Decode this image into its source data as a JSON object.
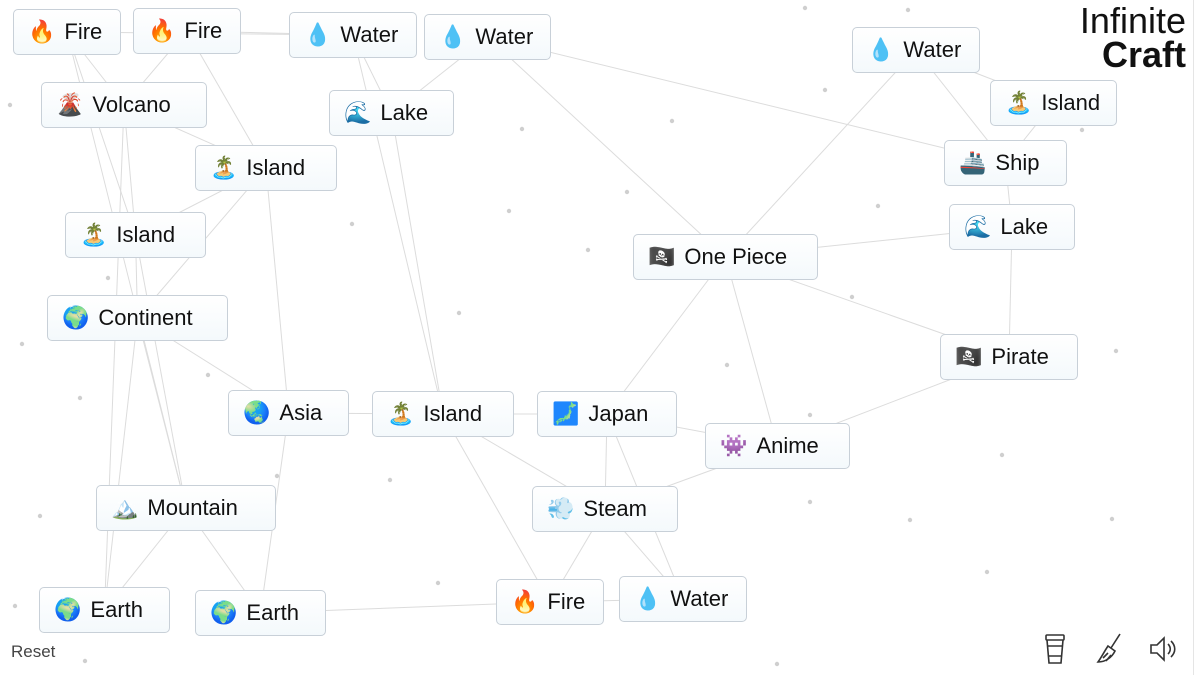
{
  "logo": {
    "line1": "Infinite",
    "line2": "Craft"
  },
  "reset_label": "Reset",
  "toolbar_icons": [
    "coffee-cup-icon",
    "broom-icon",
    "speaker-icon"
  ],
  "elements": [
    {
      "emoji": "🔥",
      "label": "Fire"
    },
    {
      "emoji": "🔥",
      "label": "Fire"
    },
    {
      "emoji": "💧",
      "label": "Water"
    },
    {
      "emoji": "💧",
      "label": "Water"
    },
    {
      "emoji": "🌋",
      "label": "Volcano"
    },
    {
      "emoji": "🌊",
      "label": "Lake"
    },
    {
      "emoji": "🏝️",
      "label": "Island"
    },
    {
      "emoji": "🏝️",
      "label": "Island"
    },
    {
      "emoji": "🌍",
      "label": "Continent"
    },
    {
      "emoji": "🏴‍☠️",
      "label": "One Piece"
    },
    {
      "emoji": "💧",
      "label": "Water"
    },
    {
      "emoji": "🏝️",
      "label": "Island"
    },
    {
      "emoji": "🚢",
      "label": "Ship"
    },
    {
      "emoji": "🌊",
      "label": "Lake"
    },
    {
      "emoji": "🏴‍☠️",
      "label": "Pirate"
    },
    {
      "emoji": "🌏",
      "label": "Asia"
    },
    {
      "emoji": "🏝️",
      "label": "Island"
    },
    {
      "emoji": "🗾",
      "label": "Japan"
    },
    {
      "emoji": "👾",
      "label": "Anime"
    },
    {
      "emoji": "🏔️",
      "label": "Mountain"
    },
    {
      "emoji": "💨",
      "label": "Steam"
    },
    {
      "emoji": "🌍",
      "label": "Earth"
    },
    {
      "emoji": "🌍",
      "label": "Earth"
    },
    {
      "emoji": "🔥",
      "label": "Fire"
    },
    {
      "emoji": "💧",
      "label": "Water"
    }
  ]
}
